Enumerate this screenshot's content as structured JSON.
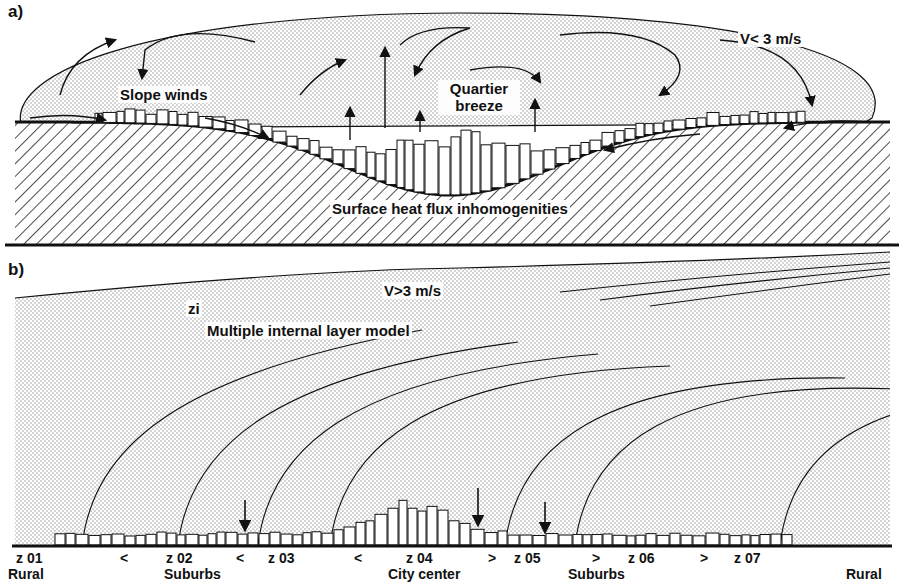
{
  "diagram": {
    "labels": [
      "a)",
      "V< 3 m/s",
      "Slope winds",
      "Quartier breeze",
      "Surface heat flux inhomogenities",
      "b)",
      "zi",
      "V>3 m/s",
      "Multiple internal layer model",
      "z 01",
      "<",
      "z 02",
      "<",
      "z 03",
      "<",
      "z 04",
      ">",
      "z 05",
      ">",
      "z 06",
      ">",
      "z 07",
      "Rural",
      "Suburbs",
      "City center",
      "Suburbs",
      "Rural"
    ]
  }
}
